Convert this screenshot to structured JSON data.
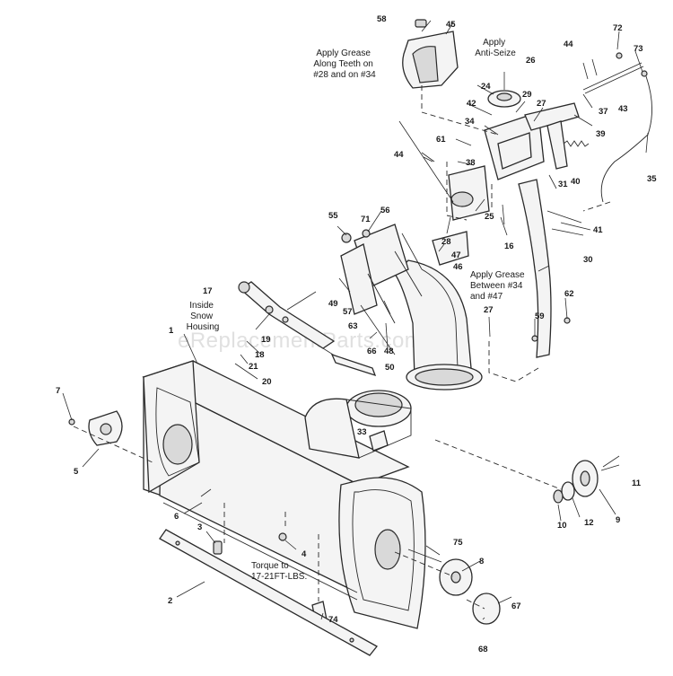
{
  "watermark": "eReplacementParts.com",
  "labels": {
    "n1": "1",
    "n2": "2",
    "n3": "3",
    "n4": "4",
    "n5": "5",
    "n6": "6",
    "n7": "7",
    "n8": "8",
    "n9": "9",
    "n10": "10",
    "n11": "11",
    "n12": "12",
    "n16": "16",
    "n17": "17",
    "n18": "18",
    "n19": "19",
    "n20": "20",
    "n21": "21",
    "n24": "24",
    "n25": "25",
    "n26": "26",
    "n27a": "27",
    "n27b": "27",
    "n28": "28",
    "n29": "29",
    "n30": "30",
    "n31": "31",
    "n33": "33",
    "n34": "34",
    "n35": "35",
    "n37": "37",
    "n38": "38",
    "n39": "39",
    "n40": "40",
    "n41": "41",
    "n42": "42",
    "n43": "43",
    "n44a": "44",
    "n44b": "44",
    "n45": "45",
    "n46": "46",
    "n47": "47",
    "n48": "48",
    "n49": "49",
    "n50": "50",
    "n55": "55",
    "n56": "56",
    "n57": "57",
    "n58": "58",
    "n59": "59",
    "n61": "61",
    "n62": "62",
    "n63": "63",
    "n66": "66",
    "n67": "67",
    "n68": "68",
    "n71": "71",
    "n72": "72",
    "n73": "73",
    "n74": "74",
    "n75": "75"
  },
  "notes": {
    "grease_teeth": [
      "Apply Grease",
      "Along Teeth on",
      "#28 and on #34"
    ],
    "anti_seize": [
      "Apply",
      "Anti-Seize"
    ],
    "grease_between": [
      "Apply Grease",
      "Between #34",
      "and #47"
    ],
    "inside_housing": [
      "Inside",
      "Snow",
      "Housing"
    ],
    "torque": [
      "Torque to",
      "17-21FT-LBS."
    ]
  }
}
